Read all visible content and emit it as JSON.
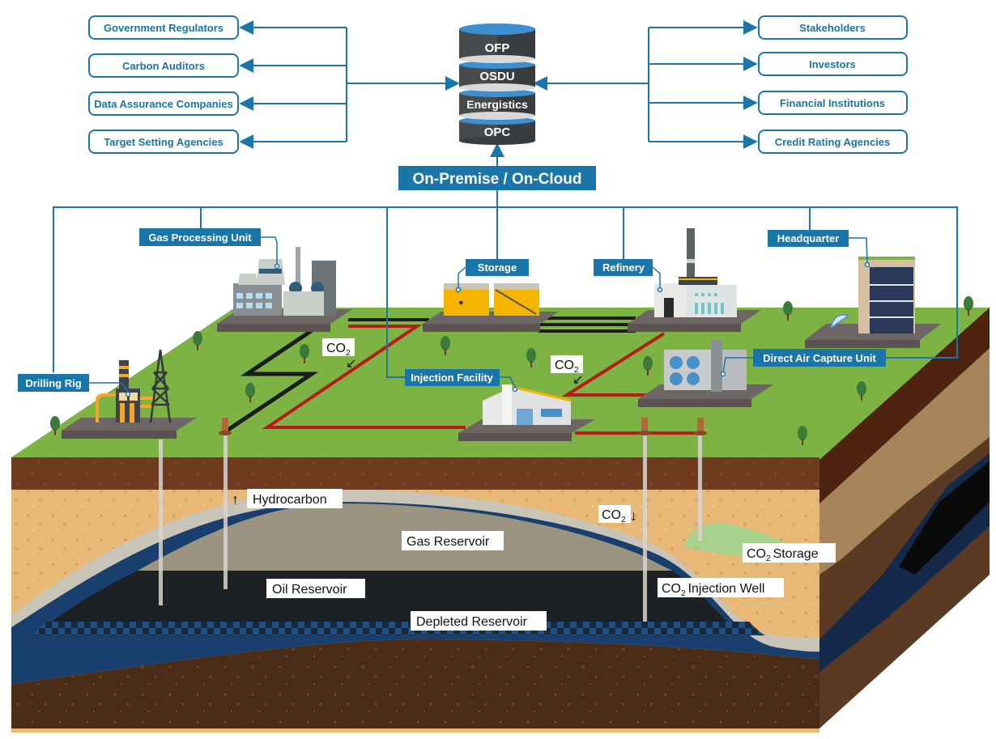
{
  "colors": {
    "brand_blue": "#1a75a8",
    "grass": "#7cb342",
    "topsoil": "#6e3b1e",
    "sand": "#e8b877",
    "gas": "#9a9480",
    "cap_rock": "#c9c4b8",
    "oil": "#1e2124",
    "water": "#183f6e",
    "bedrock": "#4a2c17",
    "pipeline_co2": "#b71c1c",
    "pipeline_hc": "#1b1b1b",
    "co2_plume": "#a9d18e"
  },
  "database": {
    "layers": [
      "OFP",
      "OSDU",
      "Energistics",
      "OPC"
    ]
  },
  "hosting_label": "On-Premise / On-Cloud",
  "left_stakeholders": [
    "Government Regulators",
    "Carbon Auditors",
    "Data Assurance Companies",
    "Target Setting Agencies"
  ],
  "right_stakeholders": [
    "Stakeholders",
    "Investors",
    "Financial Institutions",
    "Credit Rating Agencies"
  ],
  "facilities": {
    "gas_processing_unit": "Gas Processing Unit",
    "storage": "Storage",
    "refinery": "Refinery",
    "headquarter": "Headquarter",
    "drilling_rig": "Drilling Rig",
    "injection_facility": "Injection Facility",
    "direct_air_capture_unit": "Direct Air Capture Unit"
  },
  "flow_labels": {
    "co2_main": "CO",
    "co2_sub": "2"
  },
  "subsurface": {
    "hydrocarbon": "Hydrocarbon",
    "gas_reservoir": "Gas Reservoir",
    "oil_reservoir": "Oil Reservoir",
    "depleted_reservoir": "Depleted Reservoir",
    "co2_storage": "Storage",
    "co2_injection_well": "Injection Well",
    "co2_prefix": "CO",
    "co2_sub": "2"
  },
  "icons": {
    "up_arrow": "↑",
    "down_arrow": "↓",
    "diag_arrow": "↙"
  }
}
